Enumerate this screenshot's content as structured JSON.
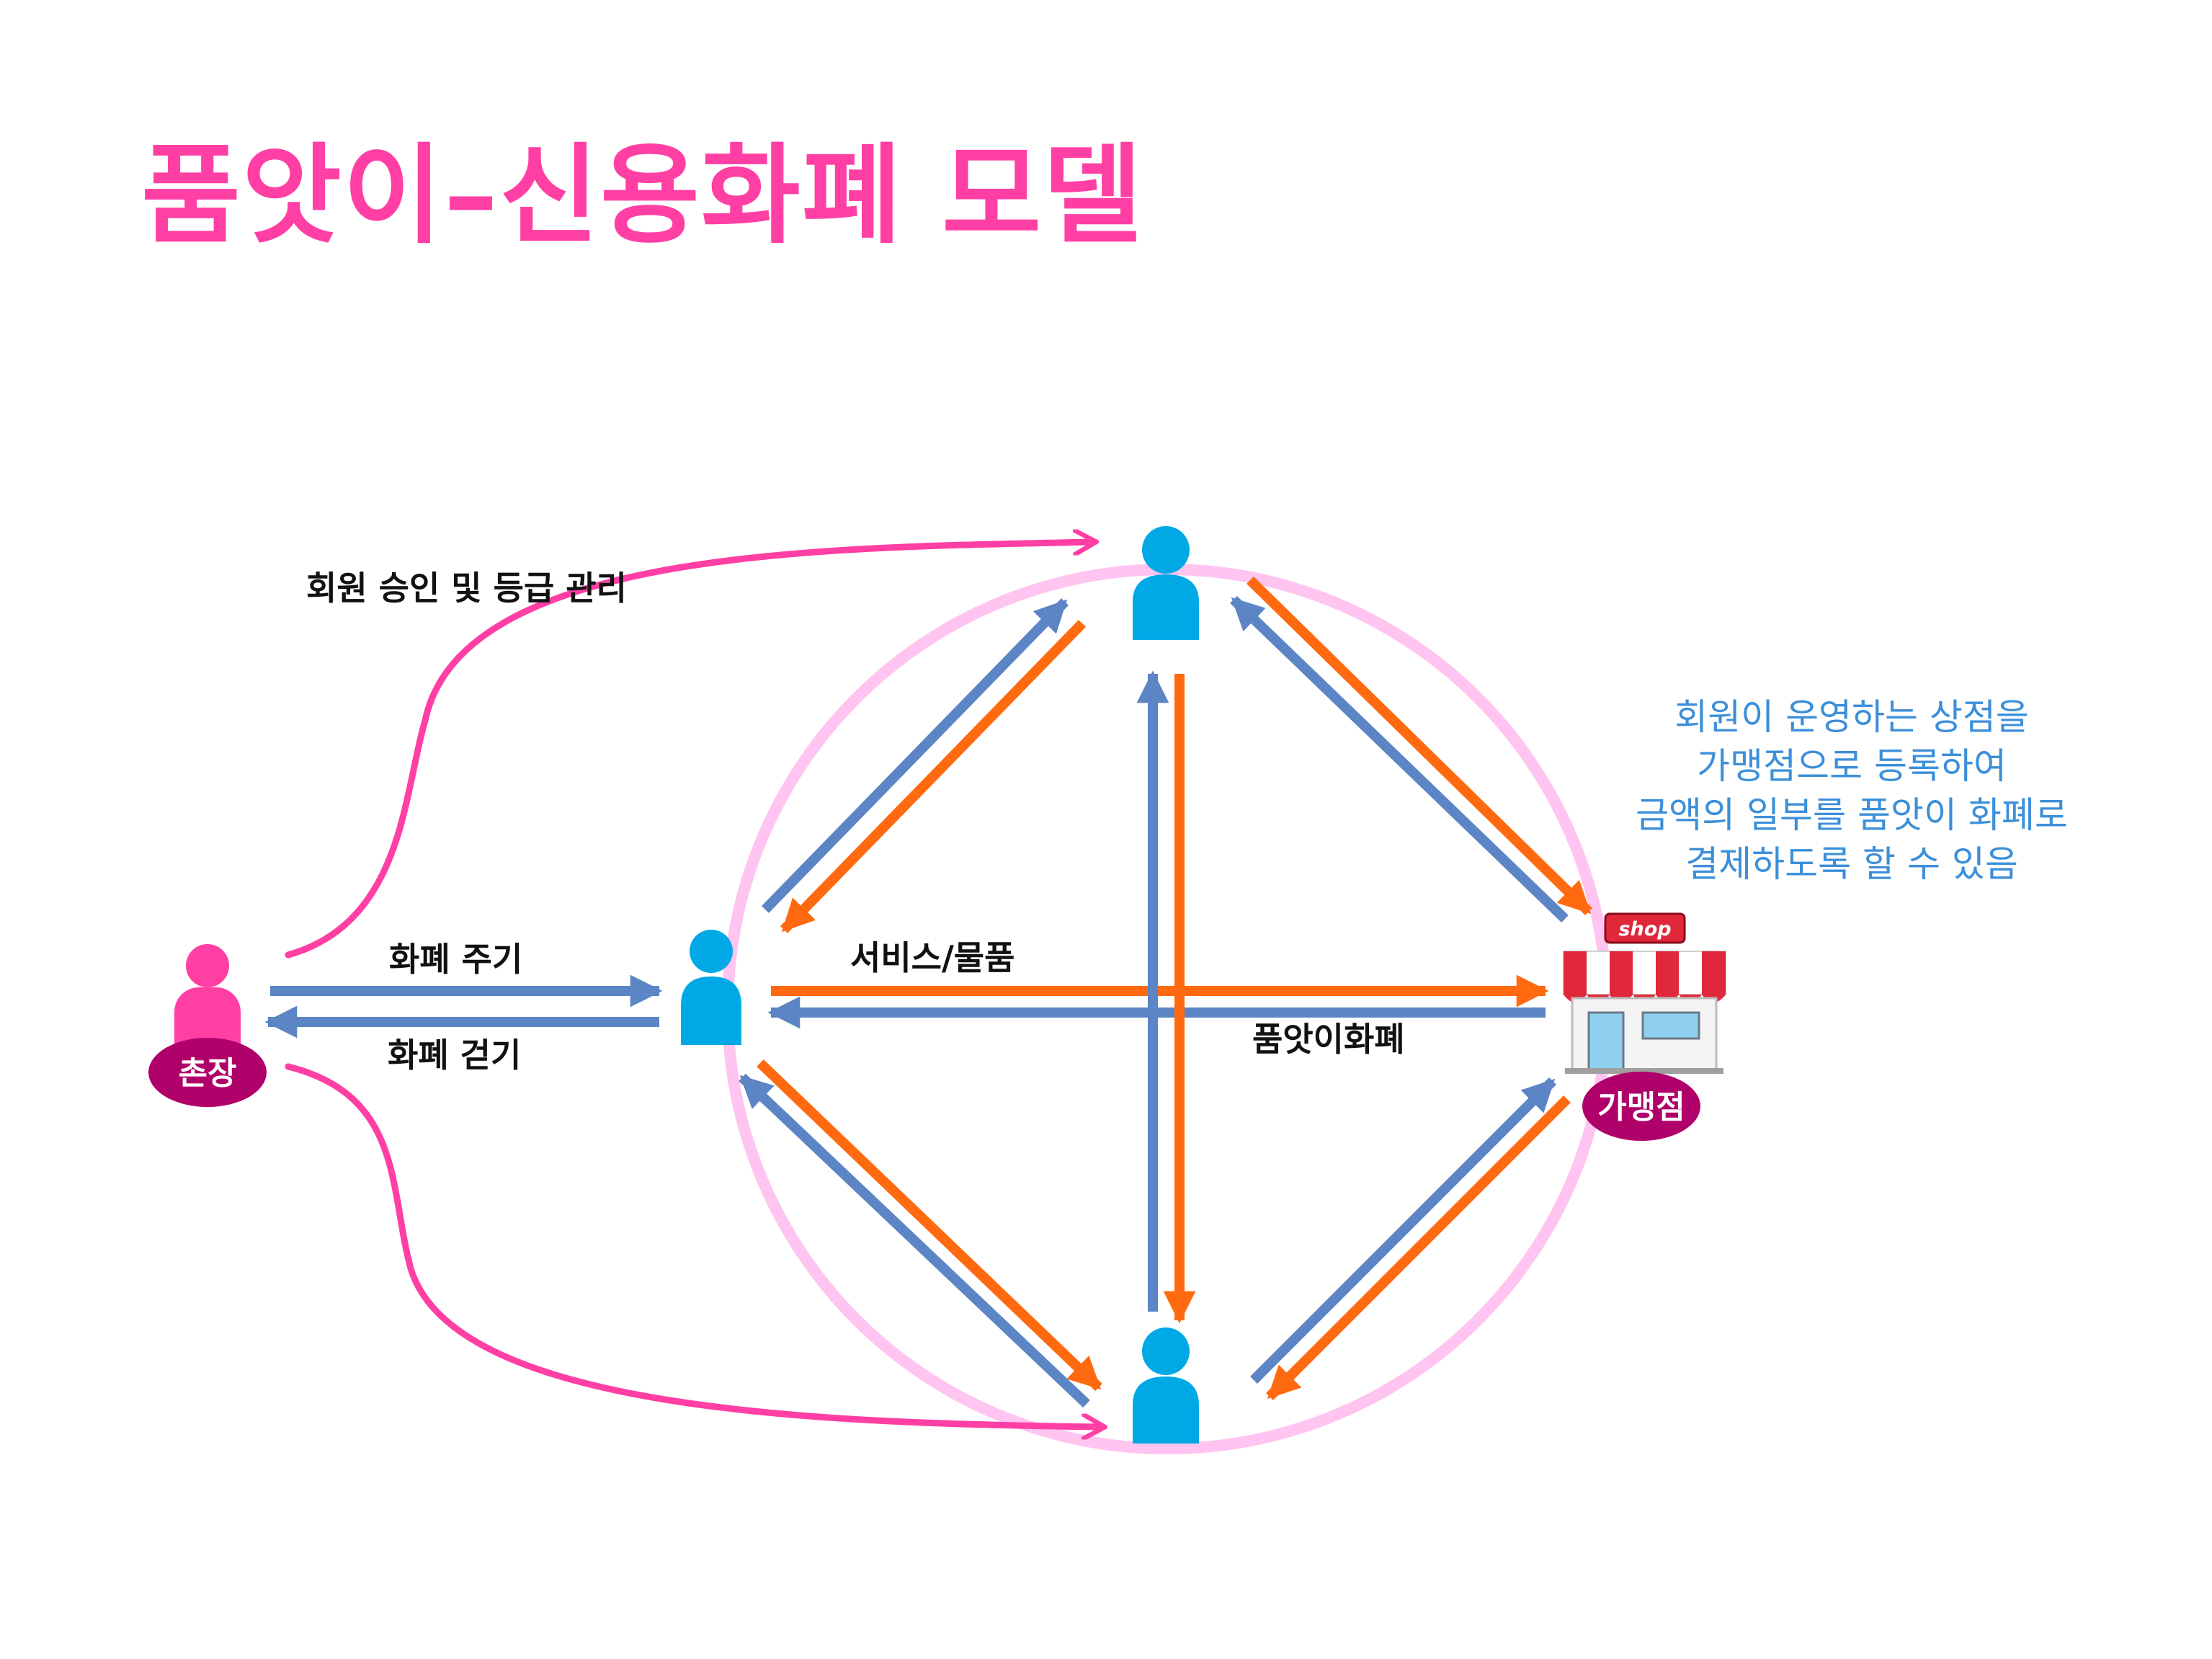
{
  "title": "품앗이–신용화폐 모델",
  "nodes": {
    "chief": {
      "label": "촌장",
      "icon": "person-icon"
    },
    "member_left": {
      "icon": "person-icon"
    },
    "member_top": {
      "icon": "person-icon"
    },
    "member_bottom": {
      "icon": "person-icon"
    },
    "store": {
      "label": "가맹점",
      "sign": "shop",
      "icon": "shop-icon"
    }
  },
  "edges": {
    "approval": "회원 승인 및 등급 관리",
    "give_currency": "화폐 주기",
    "collect_currency": "화폐 걷기",
    "service_goods": "서비스/물품",
    "pumasi_currency": "품앗이화폐"
  },
  "note_lines": [
    "회원이 운영하는 상점을",
    "가맹점으로 등록하여",
    "금액의 일부를 품앗이 화폐로",
    "결제하도록 할 수 있음"
  ],
  "colors": {
    "title": "#ff3fa4",
    "magenta": "#ff3fa4",
    "blue_arrow": "#5b85c4",
    "orange_arrow": "#ff6a10",
    "member": "#00a9e6",
    "chief_badge": "#b0006a",
    "circle": "#ffc4f0",
    "note": "#3c8fd9"
  }
}
